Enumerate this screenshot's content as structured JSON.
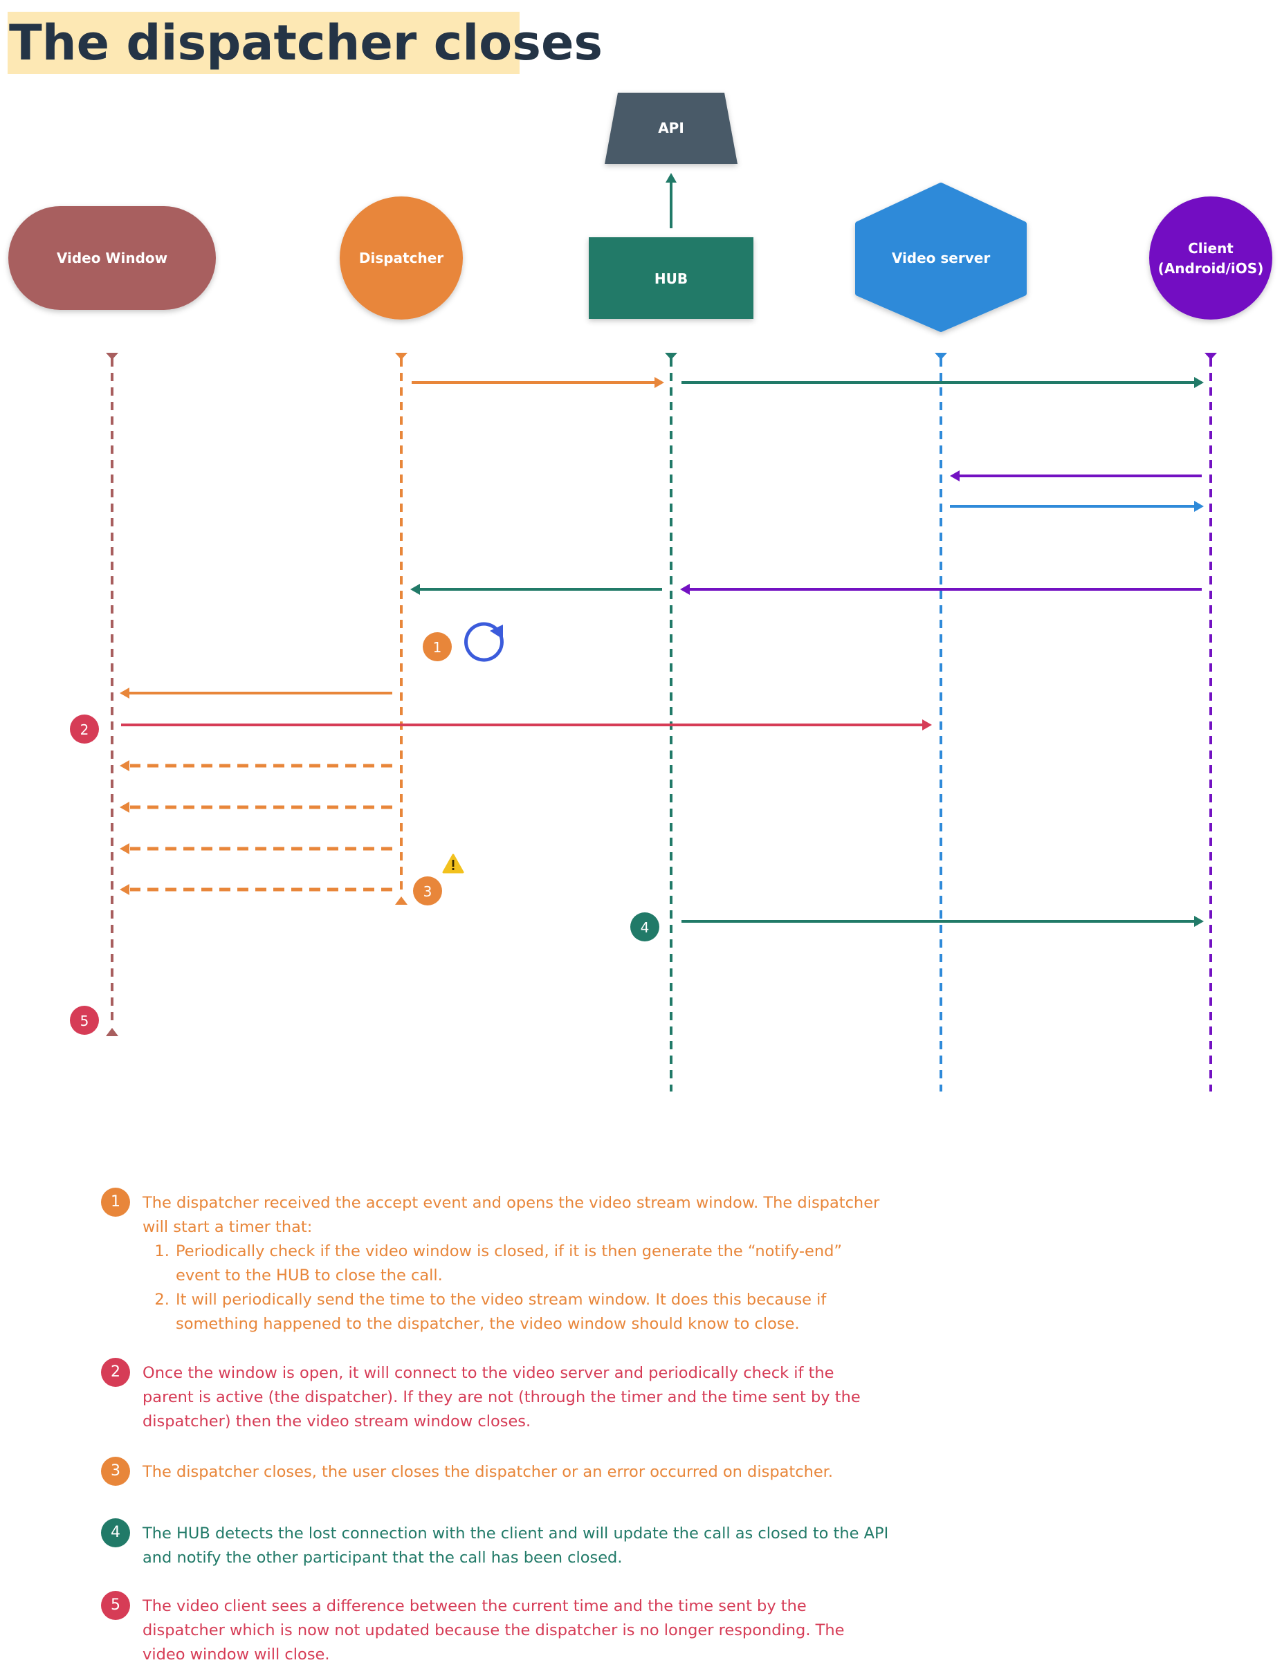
{
  "title": "The dispatcher closes",
  "colors": {
    "title_bg": "#fde8b4",
    "title_text": "#243446",
    "video_window": "#a85e5e",
    "dispatcher": "#e8863a",
    "hub": "#217a68",
    "api": "#4a5a68",
    "video_server": "#2f8ad9",
    "client": "#7311c2",
    "step2": "#d63c56",
    "refresh": "#3b5bdb",
    "warning": "#f2c11d"
  },
  "participants": {
    "video_window": "Video Window",
    "dispatcher": "Dispatcher",
    "hub": "HUB",
    "api": "API",
    "video_server": "Video server",
    "client_line1": "Client",
    "client_line2": "(Android/iOS)"
  },
  "icons": {
    "refresh": "refresh-icon",
    "warning": "warning-icon"
  },
  "markers": [
    "1",
    "2",
    "3",
    "4",
    "5"
  ],
  "notes": [
    {
      "number": "1",
      "color": "#e8863a",
      "text": "The dispatcher received the accept event and opens the video stream window. The dispatcher will start a timer that:",
      "items": [
        "Periodically check if the video window is closed, if it is then generate the “notify-end” event to the HUB to close the call.",
        "It will periodically send the time to the video stream window. It does this because if something happened to the dispatcher, the video window should know to close."
      ]
    },
    {
      "number": "2",
      "color": "#d63c56",
      "text": "Once the window is open, it will connect to the video server and periodically check if the parent is active (the dispatcher). If they are not (through the timer and the time sent by the dispatcher) then the video stream window closes."
    },
    {
      "number": "3",
      "color": "#e8863a",
      "text": "The dispatcher closes, the user closes the dispatcher or an error occurred on dispatcher."
    },
    {
      "number": "4",
      "color": "#217a68",
      "text": "The HUB detects the lost connection with the client and will update the call as closed to the API and notify the other participant that the call has been closed."
    },
    {
      "number": "5",
      "color": "#d63c56",
      "text": "The video client sees a difference between the current time and the time sent by the dispatcher which is now not updated because the dispatcher is no longer responding. The video window will close."
    }
  ]
}
